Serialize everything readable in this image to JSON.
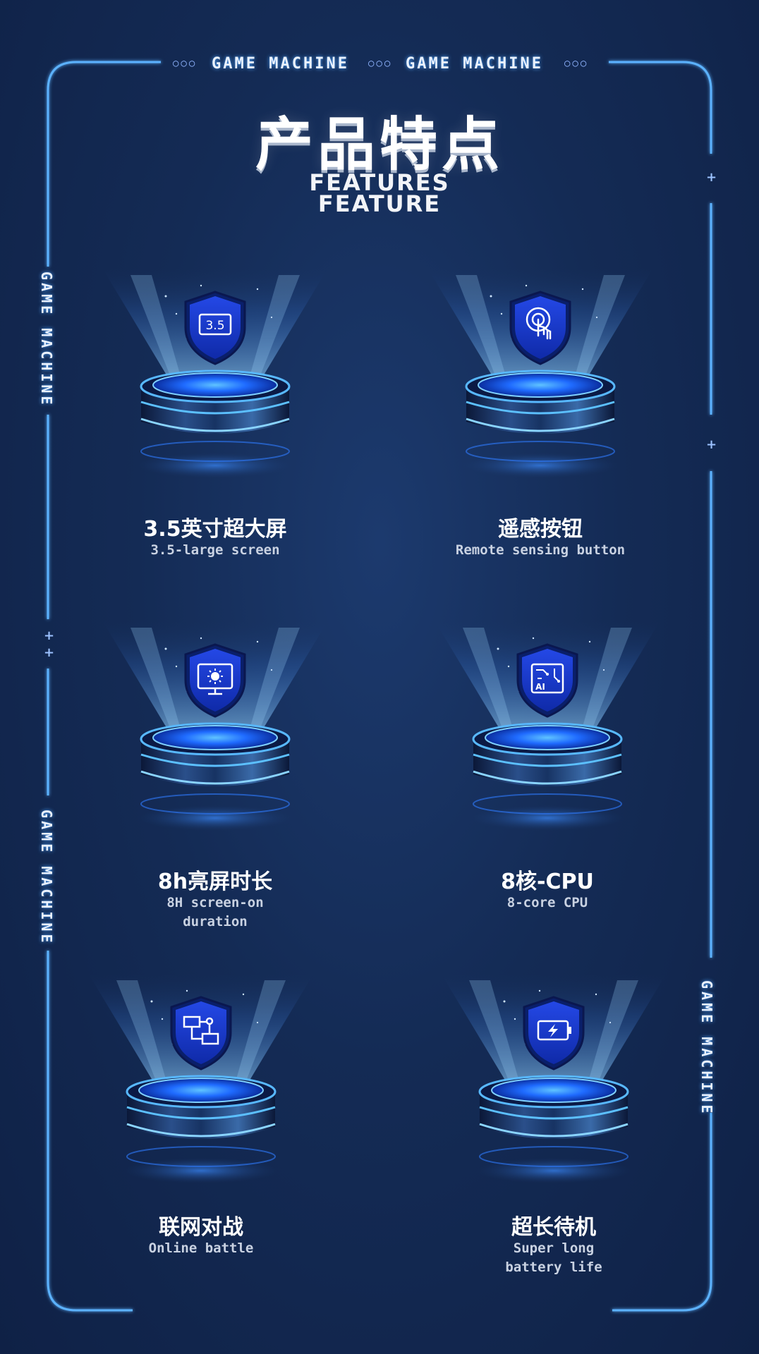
{
  "header": {
    "top_label_left": "GAME MACHINE",
    "top_label_right": "GAME MACHINE",
    "dots": "○○○",
    "title": "产品特点",
    "subtitle_line1": "FEATURES",
    "subtitle_line2": "FEATURE"
  },
  "side_labels": {
    "left_top": "GAME MACHINE",
    "left_bottom": "GAME MACHINE",
    "right": "GAME MACHINE"
  },
  "colors": {
    "background": "#142b55",
    "frame": "#4aa3ff",
    "shield": "#1a3bd6",
    "glow": "#3d8bff"
  },
  "features": [
    {
      "icon": "screen-size-icon",
      "icon_text": "3.5",
      "title": "3.5英寸超大屏",
      "subtitle": "3.5-large screen"
    },
    {
      "icon": "touch-hand-icon",
      "title": "遥感按钮",
      "subtitle": "Remote sensing button"
    },
    {
      "icon": "monitor-brightness-icon",
      "title": "8h亮屏时长",
      "subtitle_line1": "8H screen-on",
      "subtitle_line2": "duration"
    },
    {
      "icon": "ai-chip-icon",
      "icon_text": "AI",
      "title": "8核-CPU",
      "subtitle": "8-core CPU"
    },
    {
      "icon": "network-icon",
      "title": "联网对战",
      "subtitle": "Online battle"
    },
    {
      "icon": "battery-icon",
      "title": "超长待机",
      "subtitle_line1": "Super long",
      "subtitle_line2": "battery life"
    }
  ]
}
